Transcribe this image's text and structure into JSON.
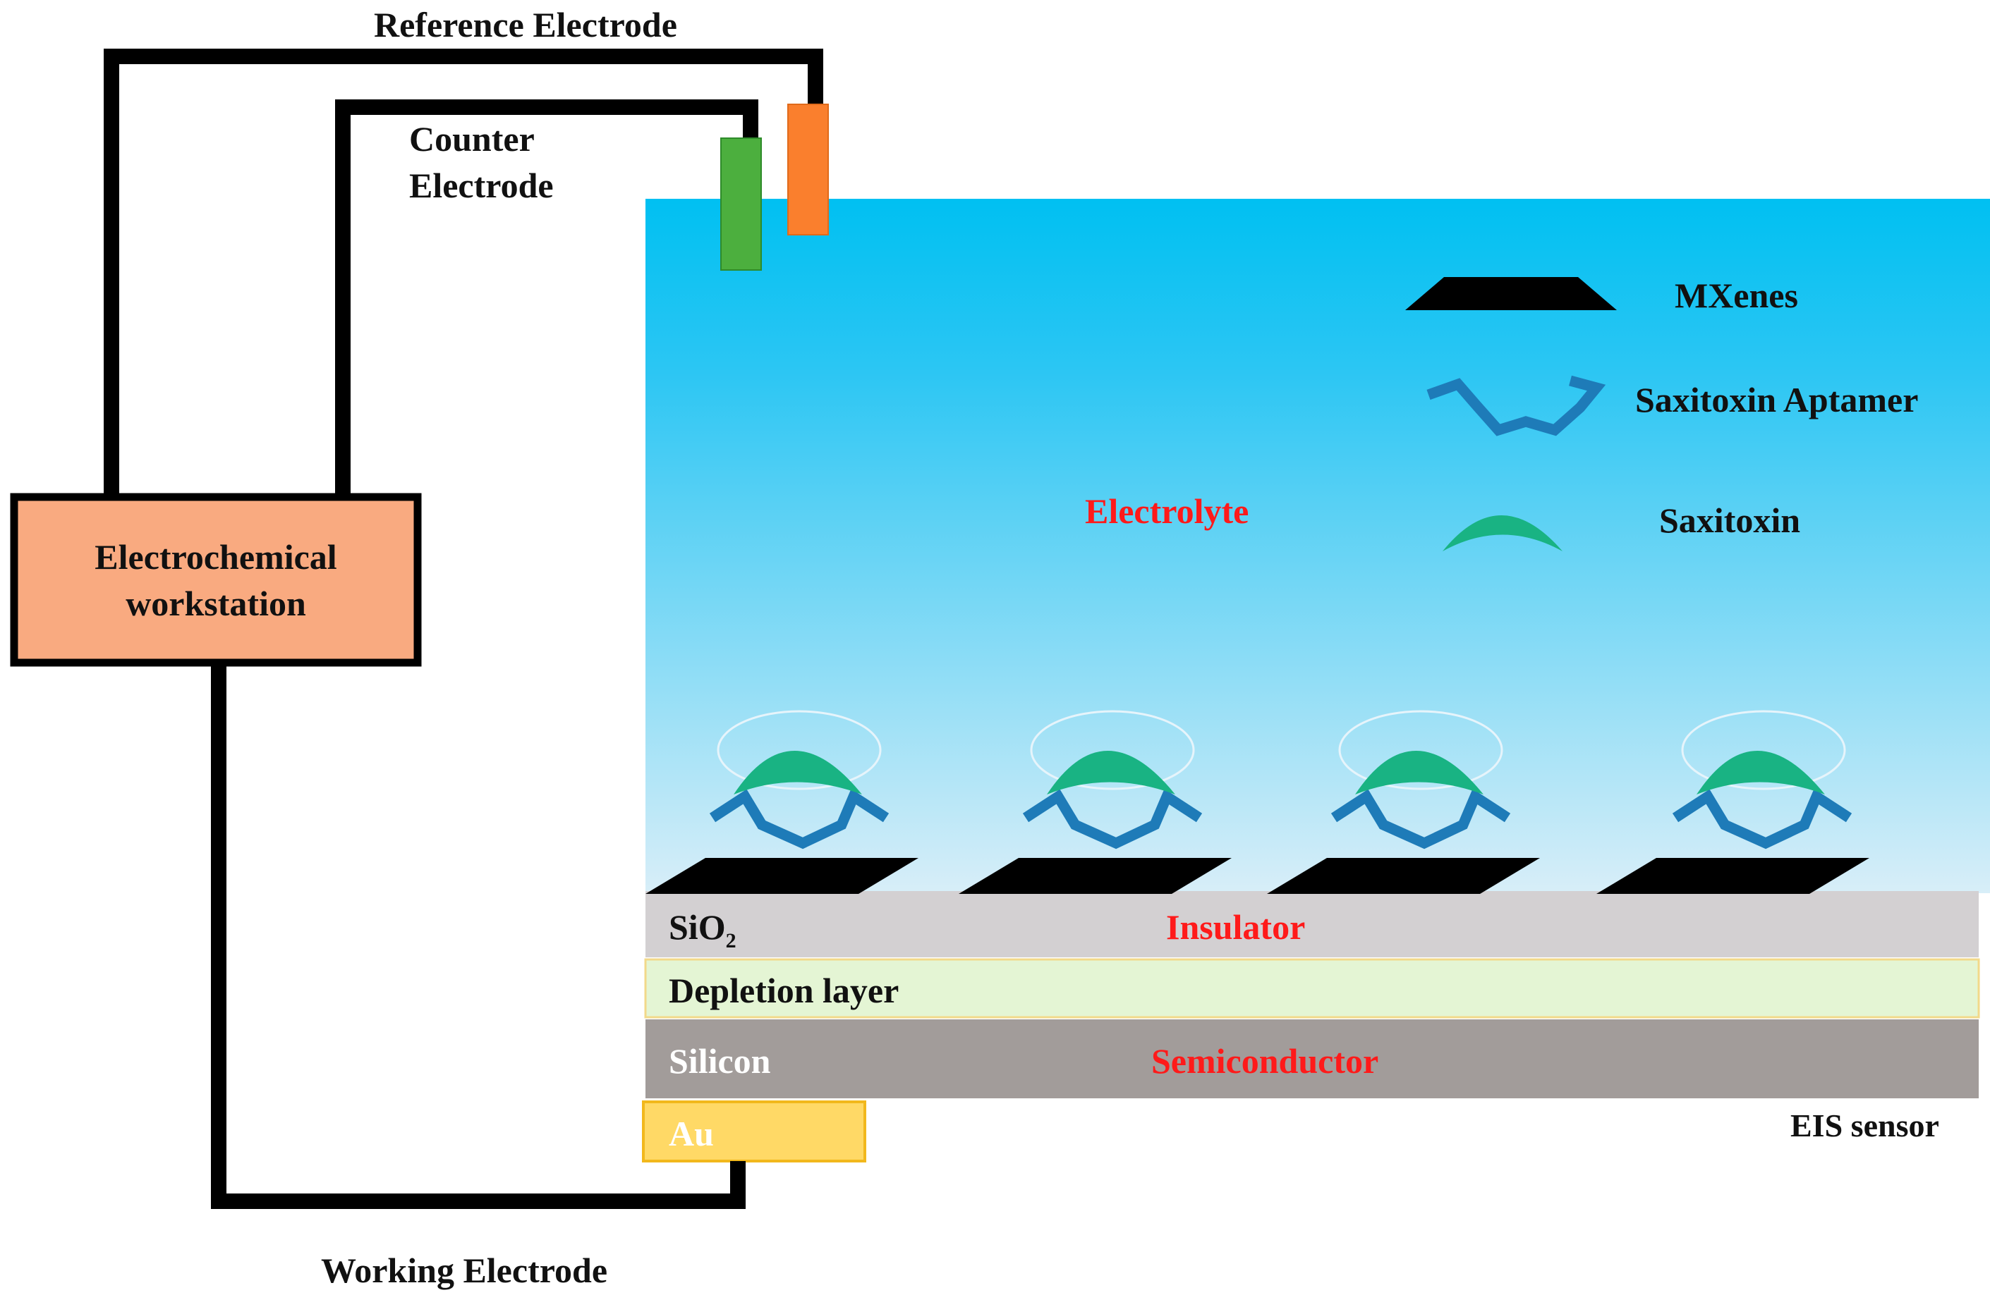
{
  "labels": {
    "reference_electrode": "Reference Electrode",
    "counter_electrode_line1": "Counter",
    "counter_electrode_line2": "Electrode",
    "working_electrode": "Working Electrode",
    "workstation_line1": "Electrochemical",
    "workstation_line2": "workstation",
    "electrolyte": "Electrolyte",
    "eis_sensor": "EIS sensor"
  },
  "legend": {
    "mxenes": "MXenes",
    "aptamer": "Saxitoxin Aptamer",
    "saxitoxin": "Saxitoxin"
  },
  "layers": {
    "sio2_main": "SiO",
    "sio2_sub": "2",
    "insulator": "Insulator",
    "depletion": "Depletion layer",
    "silicon": "Silicon",
    "semiconductor": "Semiconductor",
    "au": "Au"
  },
  "colors": {
    "electrolyte_top": "#00c0f2",
    "electrolyte_bottom": "#d8eef8",
    "workstation_fill": "#f9aa80",
    "reference_electrode": "#fa7f2d",
    "counter_electrode": "#4caf3e",
    "aptamer": "#1e7bb8",
    "saxitoxin": "#19b383",
    "insulator_fill": "#d3d0d2",
    "depletion_fill": "#e4f5d4",
    "silicon_fill": "#a29c9a",
    "au_fill": "#ffd966",
    "accent_red": "#ff1a1a"
  }
}
